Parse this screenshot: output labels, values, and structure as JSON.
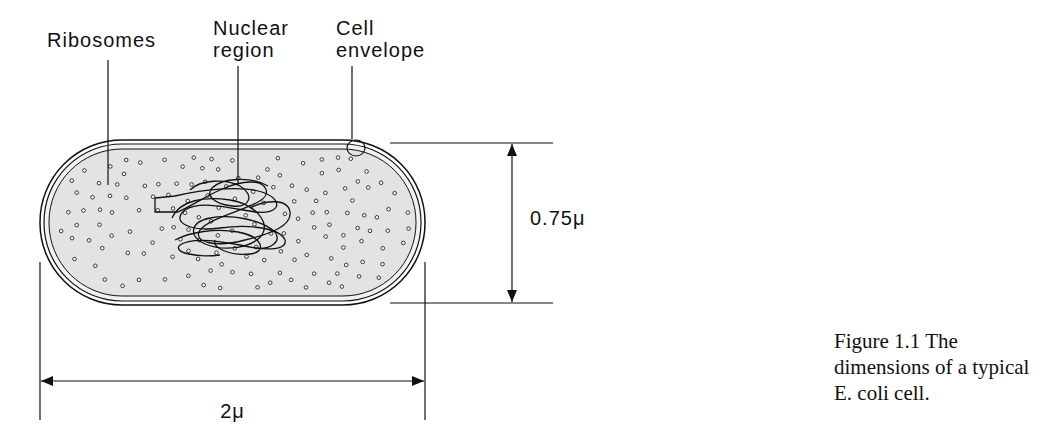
{
  "diagram": {
    "caption": "Figure 1.1 The dimensions of a typical E. coli cell.",
    "labels": [
      "Ribosomes",
      "Nuclear region",
      "Cell envelope",
      "0.75μ",
      "2μ"
    ]
  }
}
